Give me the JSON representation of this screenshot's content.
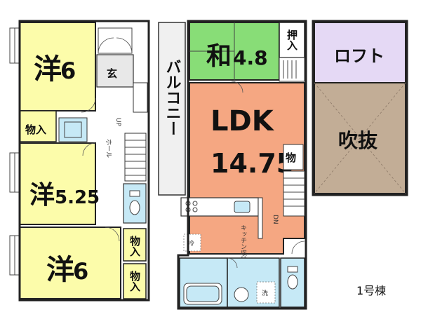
{
  "colors": {
    "western_room": "#fcfcaa",
    "japanese_room": "#88dd77",
    "ldk": "#f5a782",
    "loft": "#e5d9f5",
    "fukinuke": "#c2ad96",
    "wet_area": "#c6e9f6",
    "balcony": "#f0f0f0",
    "corridor": "#ffffff"
  },
  "floor1": {
    "room_top": {
      "name": "洋",
      "size": "6"
    },
    "room_mid": {
      "name": "洋",
      "size": "5.25"
    },
    "room_bottom": {
      "name": "洋",
      "size": "6"
    },
    "entrance": "玄",
    "storage_left": "物入",
    "storage_right1": "物入",
    "storage_right2": "物入",
    "hall": "ホール",
    "stairs_up": "UP"
  },
  "floor2": {
    "balcony": "バルコニー",
    "japanese_room": {
      "name": "和",
      "size": "4.8"
    },
    "closet": "押入",
    "ldk": {
      "name": "LDK",
      "size": "14.75"
    },
    "storage": "物",
    "kitchen_storage": "キッチン収納",
    "fridge": "冷",
    "laundry": "洗",
    "stairs_down": "DN"
  },
  "floor3": {
    "loft": "ロフト",
    "fukinuke": "吹抜"
  },
  "building_label": "1号棟"
}
